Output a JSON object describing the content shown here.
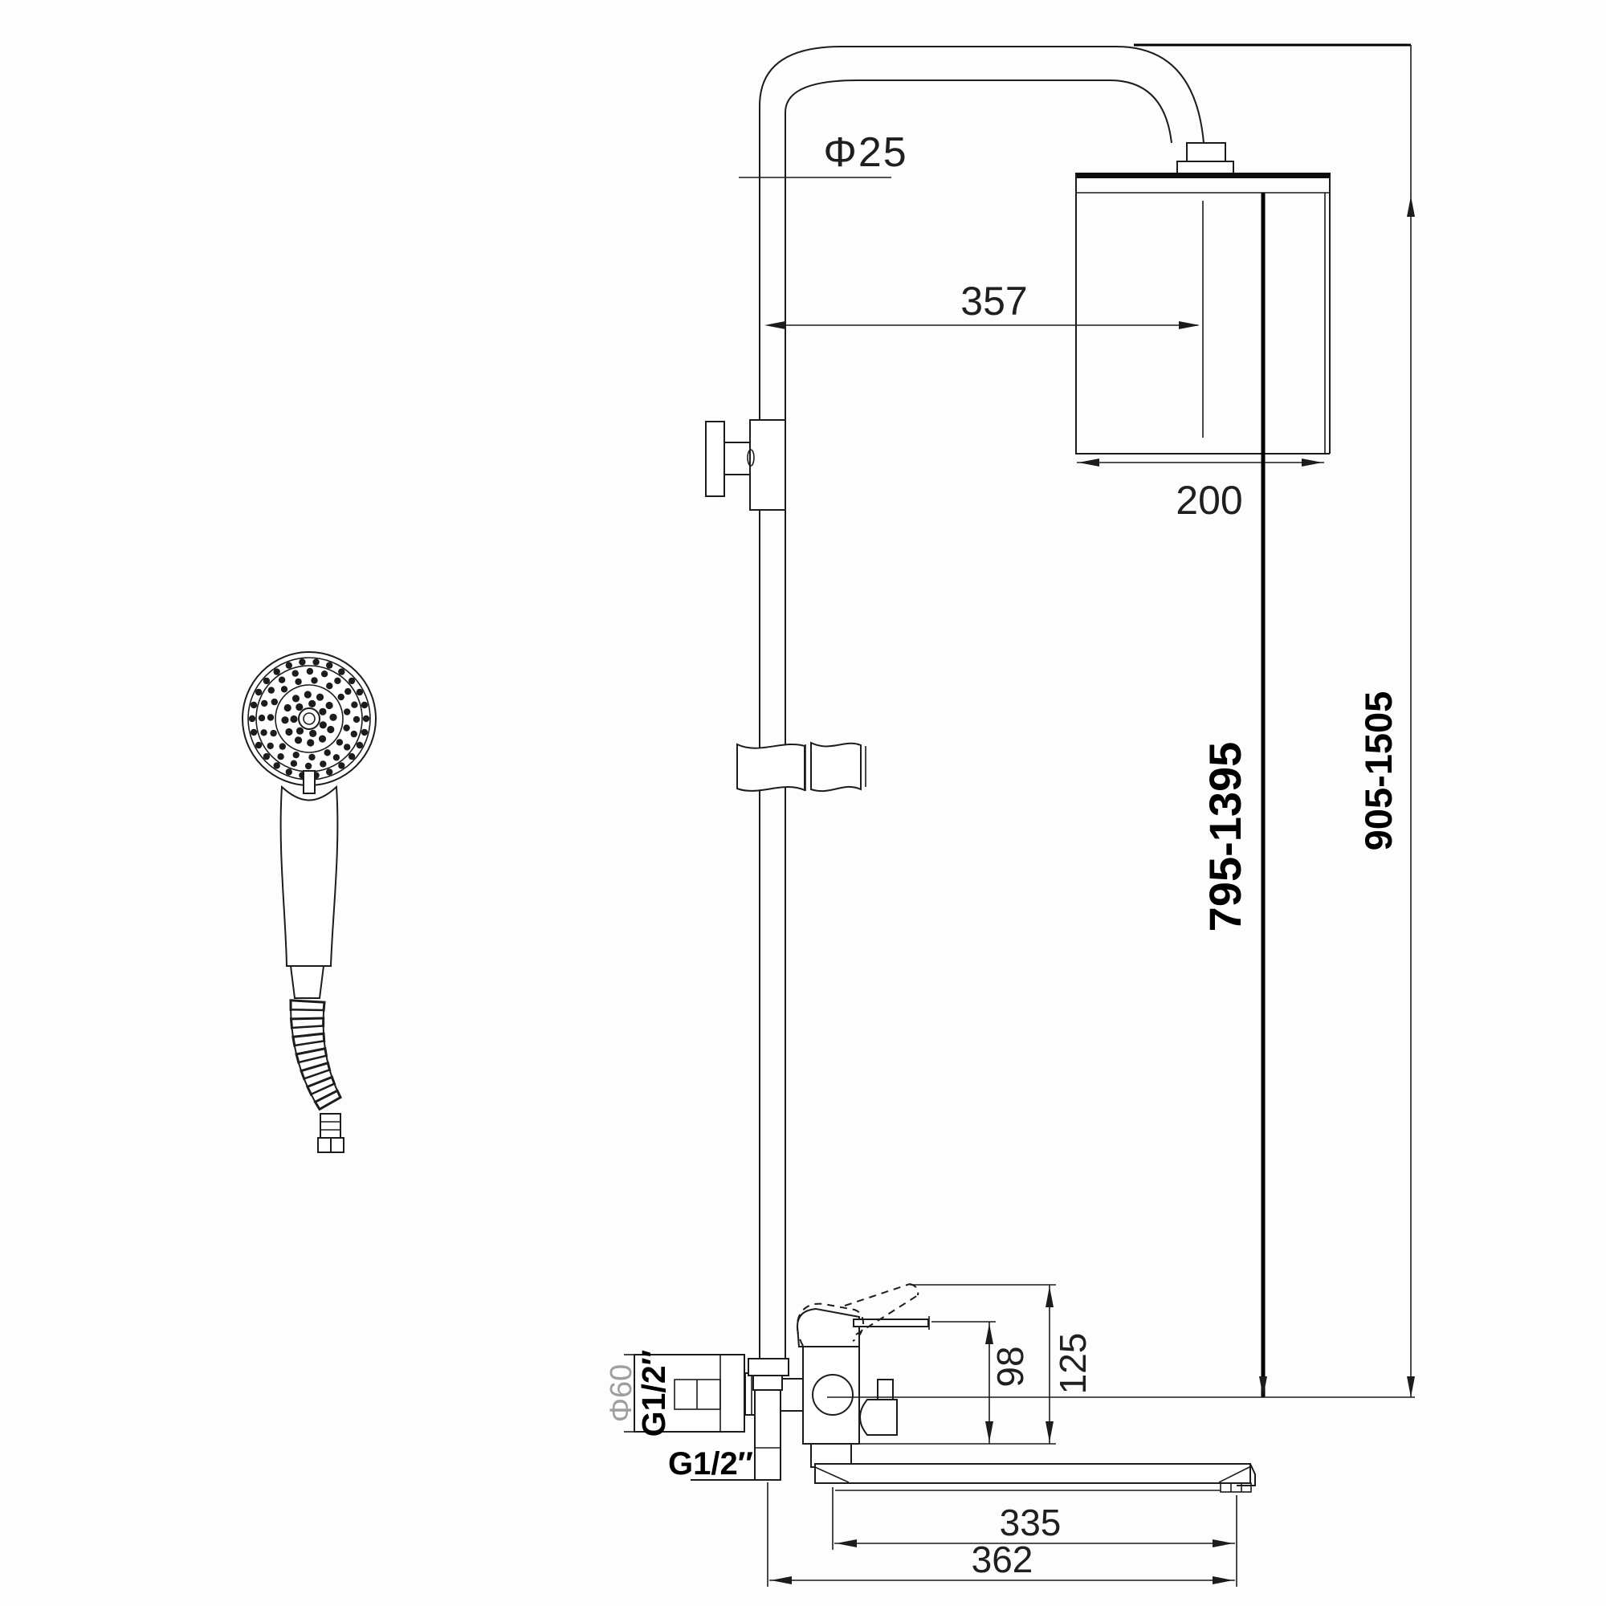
{
  "drawing": {
    "colors": {
      "line": "#1c1c1c",
      "bold_line": "#000000",
      "gray_text": "#9e9e9e",
      "background": "#fdfdfd"
    },
    "labels": {
      "pipe_diameter": "Φ25",
      "arm_reach": "357",
      "head_width": "200",
      "column_height_range": "795-1395",
      "overall_height_range": "905-1505",
      "lever_height": "98",
      "lever_raised_height": "125",
      "inlet_flange_diameter": "Φ60",
      "inlet_thread": "G1/2″",
      "outlet_thread": "G1/2″",
      "spout_reach": "335",
      "spout_total_reach": "362"
    },
    "hand_shower": {
      "spray_rings": [
        {
          "r": 71,
          "n": 26
        },
        {
          "r": 59,
          "n": 20
        },
        {
          "r": 48,
          "n": 15
        },
        {
          "r": 30,
          "n": 12
        },
        {
          "r": 19,
          "n": 7
        }
      ],
      "hose_segments": 13
    }
  }
}
